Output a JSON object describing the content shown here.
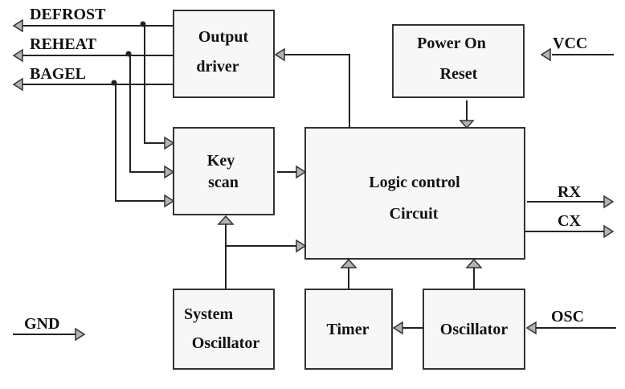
{
  "diagram": {
    "blocks": {
      "output_driver": {
        "line1": "Output",
        "line2": "driver"
      },
      "power_on_reset": {
        "line1": "Power On",
        "line2": "Reset"
      },
      "key_scan": {
        "line1": "Key",
        "line2": "scan"
      },
      "logic_control": {
        "line1": "Logic control",
        "line2": "Circuit"
      },
      "system_oscillator": {
        "line1": "System",
        "line2": "Oscillator"
      },
      "timer": {
        "line1": "Timer"
      },
      "oscillator": {
        "line1": "Oscillator"
      }
    },
    "pins": {
      "defrost": "DEFROST",
      "reheat": "REHEAT",
      "bagel": "BAGEL",
      "vcc": "VCC",
      "rx": "RX",
      "cx": "CX",
      "gnd": "GND",
      "osc": "OSC"
    },
    "colors": {
      "block_fill": "#f7f7f7",
      "arrow_fill": "#b3b3b3",
      "line": "#222222"
    }
  }
}
